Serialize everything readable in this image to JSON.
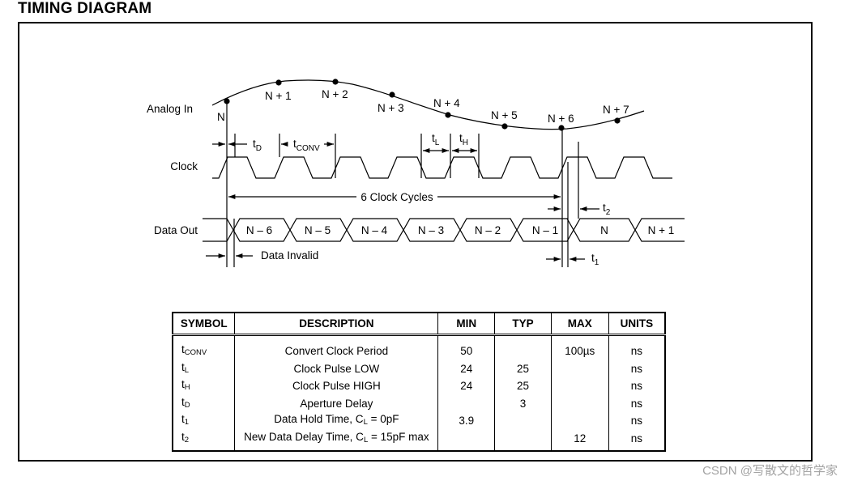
{
  "title": "TIMING DIAGRAM",
  "signals": {
    "analog": "Analog In",
    "clock": "Clock",
    "data": "Data Out"
  },
  "samples": [
    "N",
    "N + 1",
    "N + 2",
    "N + 3",
    "N + 4",
    "N + 5",
    "N + 6",
    "N + 7"
  ],
  "data_words": [
    "N – 6",
    "N – 5",
    "N – 4",
    "N – 3",
    "N – 2",
    "N – 1",
    "N",
    "N + 1"
  ],
  "annotations": {
    "t_d": {
      "main": "t",
      "sub": "D"
    },
    "t_conv": {
      "main": "t",
      "sub": "CONV"
    },
    "t_l": {
      "main": "t",
      "sub": "L"
    },
    "t_h": {
      "main": "t",
      "sub": "H"
    },
    "t_2": {
      "main": "t",
      "sub": "2"
    },
    "t_1": {
      "main": "t",
      "sub": "1"
    },
    "clock_cycles": "6 Clock Cycles",
    "data_invalid": "Data Invalid"
  },
  "table": {
    "headers": [
      "SYMBOL",
      "DESCRIPTION",
      "MIN",
      "TYP",
      "MAX",
      "UNITS"
    ],
    "rows": [
      {
        "sym": "t",
        "sub": "CONV",
        "desc": "Convert Clock Period",
        "desc_sub": "",
        "desc_tail": "",
        "min": "50",
        "typ": "",
        "max": "100µs",
        "units": "ns"
      },
      {
        "sym": "t",
        "sub": "L",
        "desc": "Clock Pulse LOW",
        "desc_sub": "",
        "desc_tail": "",
        "min": "24",
        "typ": "25",
        "max": "",
        "units": "ns"
      },
      {
        "sym": "t",
        "sub": "H",
        "desc": "Clock Pulse HIGH",
        "desc_sub": "",
        "desc_tail": "",
        "min": "24",
        "typ": "25",
        "max": "",
        "units": "ns"
      },
      {
        "sym": "t",
        "sub": "D",
        "desc": "Aperture Delay",
        "desc_sub": "",
        "desc_tail": "",
        "min": "",
        "typ": "3",
        "max": "",
        "units": "ns"
      },
      {
        "sym": "t",
        "sub": "1",
        "desc": "Data Hold Time, C",
        "desc_sub": "L",
        "desc_tail": " = 0pF",
        "min": "3.9",
        "typ": "",
        "max": "",
        "units": "ns"
      },
      {
        "sym": "t",
        "sub": "2",
        "desc": "New Data Delay Time, C",
        "desc_sub": "L",
        "desc_tail": " = 15pF max",
        "min": "",
        "typ": "",
        "max": "12",
        "units": "ns"
      }
    ]
  },
  "watermark": "CSDN @写散文的哲学家"
}
